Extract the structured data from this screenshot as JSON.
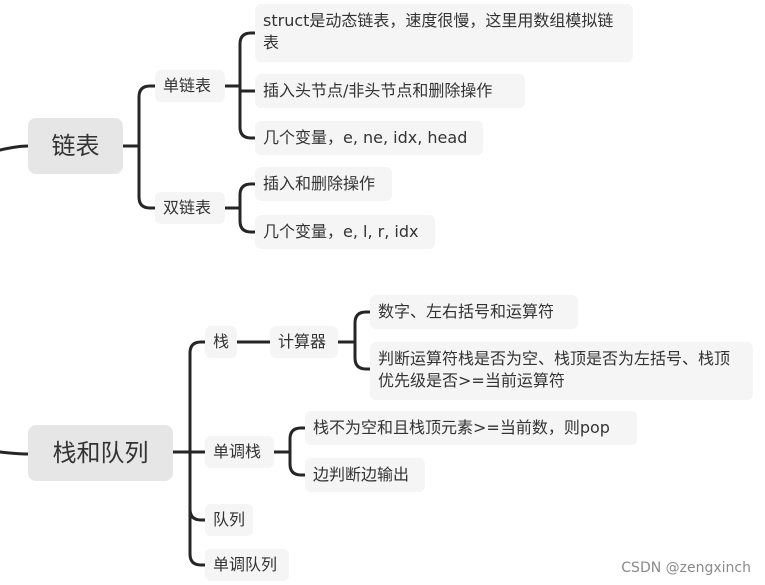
{
  "mindmap": {
    "branches": [
      {
        "label": "链表",
        "children": [
          {
            "label": "单链表",
            "children": [
              "struct是动态链表，速度很慢，这里用数组模拟链表",
              "插入头节点/非头节点和删除操作",
              "几个变量，e, ne, idx, head"
            ]
          },
          {
            "label": "双链表",
            "children": [
              "插入和删除操作",
              "几个变量，e, l, r, idx"
            ]
          }
        ]
      },
      {
        "label": "栈和队列",
        "children": [
          {
            "label": "栈",
            "child_label": "计算器",
            "children": [
              "数字、左右括号和运算符",
              "判断运算符栈是否为空、栈顶是否为左括号、栈顶优先级是否>=当前运算符"
            ]
          },
          {
            "label": "单调栈",
            "children": [
              "栈不为空和且栈顶元素>=当前数，则pop",
              "边判断边输出"
            ]
          },
          {
            "label": "队列"
          },
          {
            "label": "单调队列"
          }
        ]
      }
    ]
  },
  "watermark": "CSDN @zengxinch"
}
